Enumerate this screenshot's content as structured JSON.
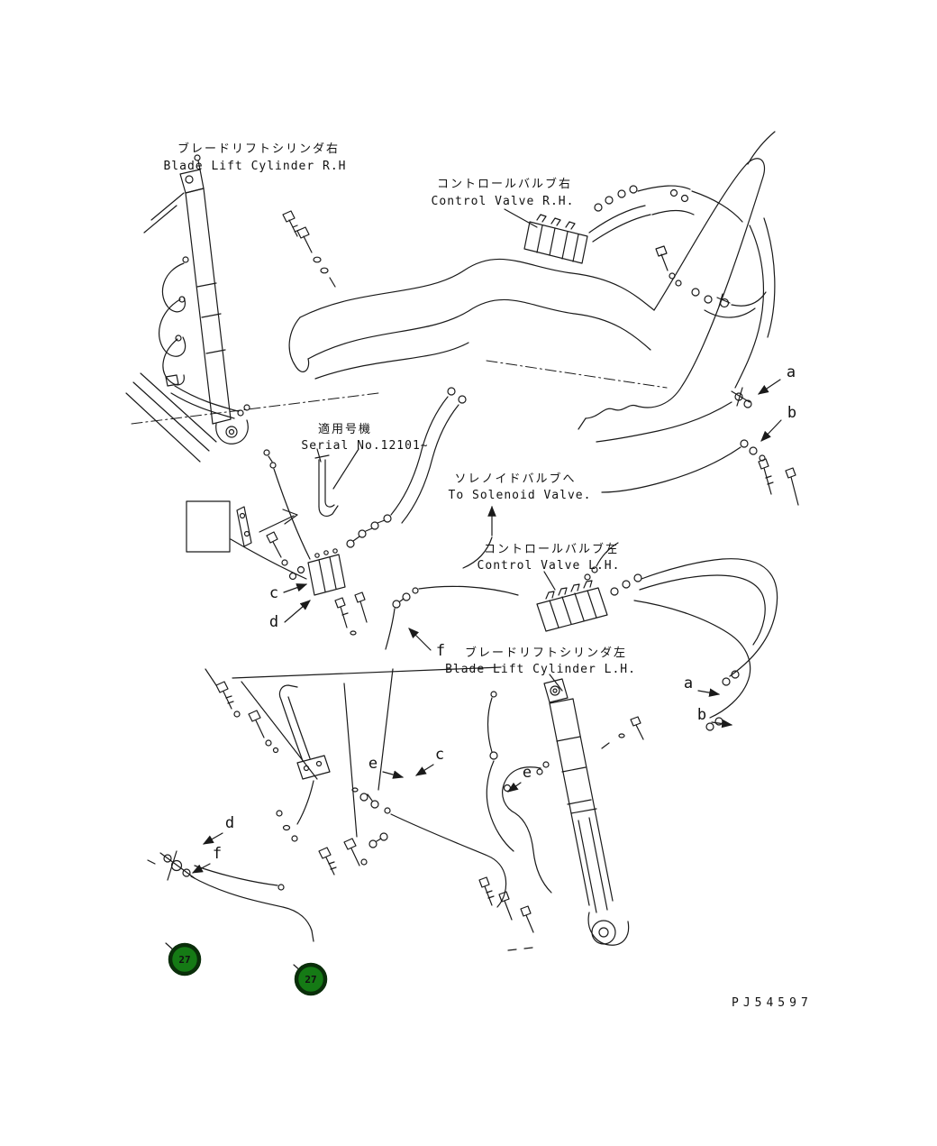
{
  "page": {
    "background": "#ffffff",
    "drawing_number": "PJ54597"
  },
  "labels": {
    "blade_lift_cylinder_rh_jp": "ブレードリフトシリンダ右",
    "blade_lift_cylinder_rh_en": "Blade Lift Cylinder R.H",
    "control_valve_rh_jp": "コントロールバルブ右",
    "control_valve_rh_en": "Control Valve R.H.",
    "serial_jp": "適用号機",
    "serial_en": "Serial No.12101~",
    "to_solenoid_jp": "ソレノイドバルブへ",
    "to_solenoid_en": "To Solenoid Valve.",
    "control_valve_lh_jp": "コントロールバルブ左",
    "control_valve_lh_en": "Control Valve L.H.",
    "blade_lift_cylinder_lh_jp": "ブレードリフトシリンダ左",
    "blade_lift_cylinder_lh_en": "Blade Lift Cylinder L.H."
  },
  "callouts": [
    {
      "label": "a"
    },
    {
      "label": "b"
    },
    {
      "label": "c"
    },
    {
      "label": "d"
    },
    {
      "label": "f"
    },
    {
      "label": "a"
    },
    {
      "label": "b"
    },
    {
      "label": "e"
    },
    {
      "label": "c"
    },
    {
      "label": "e"
    },
    {
      "label": "d"
    },
    {
      "label": "f"
    }
  ],
  "balloons": [
    {
      "number": "27"
    },
    {
      "number": "27"
    }
  ],
  "colors": {
    "line": "#1a1a1a",
    "balloon_fill": "#157a15",
    "balloon_ring": "#0a2e0a",
    "balloon_text": "#d8ffd8"
  }
}
